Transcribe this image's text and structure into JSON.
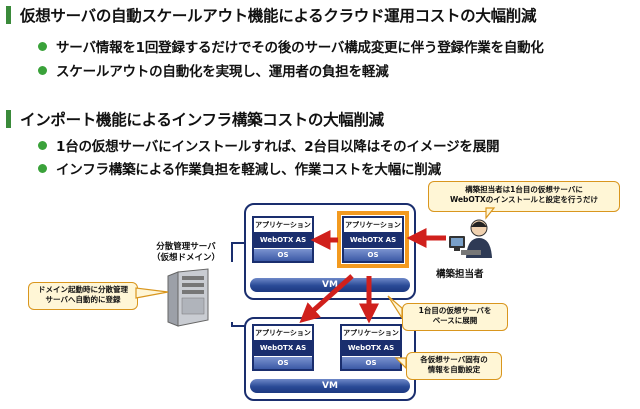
{
  "sections": [
    {
      "heading": "仮想サーバの自動スケールアウト機能によるクラウド運用コストの大幅削減",
      "bullets": [
        "サーバ情報を1回登録するだけでその後のサーバ構成変更に伴う登録作業を自動化",
        "スケールアウトの自動化を実現し、運用者の負担を軽減"
      ]
    },
    {
      "heading": "インポート機能によるインフラ構築コストの大幅削減",
      "bullets": [
        "1台の仮想サーバにインストールすれば、2台目以降はそのイメージを展開",
        "インフラ構築による作業負担を軽減し、作業コストを大幅に削減"
      ]
    }
  ],
  "diagram": {
    "server": {
      "app": "アプリケーション",
      "middleware": "WebOTX AS",
      "os": "OS"
    },
    "vm_label": "VM",
    "management_server": {
      "line1": "分散管理サーバ",
      "line2": "（仮想ドメイン）"
    },
    "admin_label": "構築担当者",
    "callouts": {
      "admin": {
        "line1": "構築担当者は1台目の仮想サーバに",
        "line2": "WebOTXのインストールと設定を行うだけ"
      },
      "deploy": {
        "line1": "1台目の仮想サーバを",
        "line2": "ベースに展開"
      },
      "settings": {
        "line1": "各仮想サーバ固有の",
        "line2": "情報を自動設定"
      },
      "domain": {
        "line1": "ドメイン起動時に分散管理",
        "line2": "サーバへ自動的に登録"
      }
    },
    "colors": {
      "accent_bar": "#3a8a3a",
      "bullet": "#3aa23a",
      "navy": "#1a2e6e",
      "highlight": "#f39a1f",
      "arrow": "#d0201c",
      "callout_fill": "#fff6d6"
    }
  }
}
